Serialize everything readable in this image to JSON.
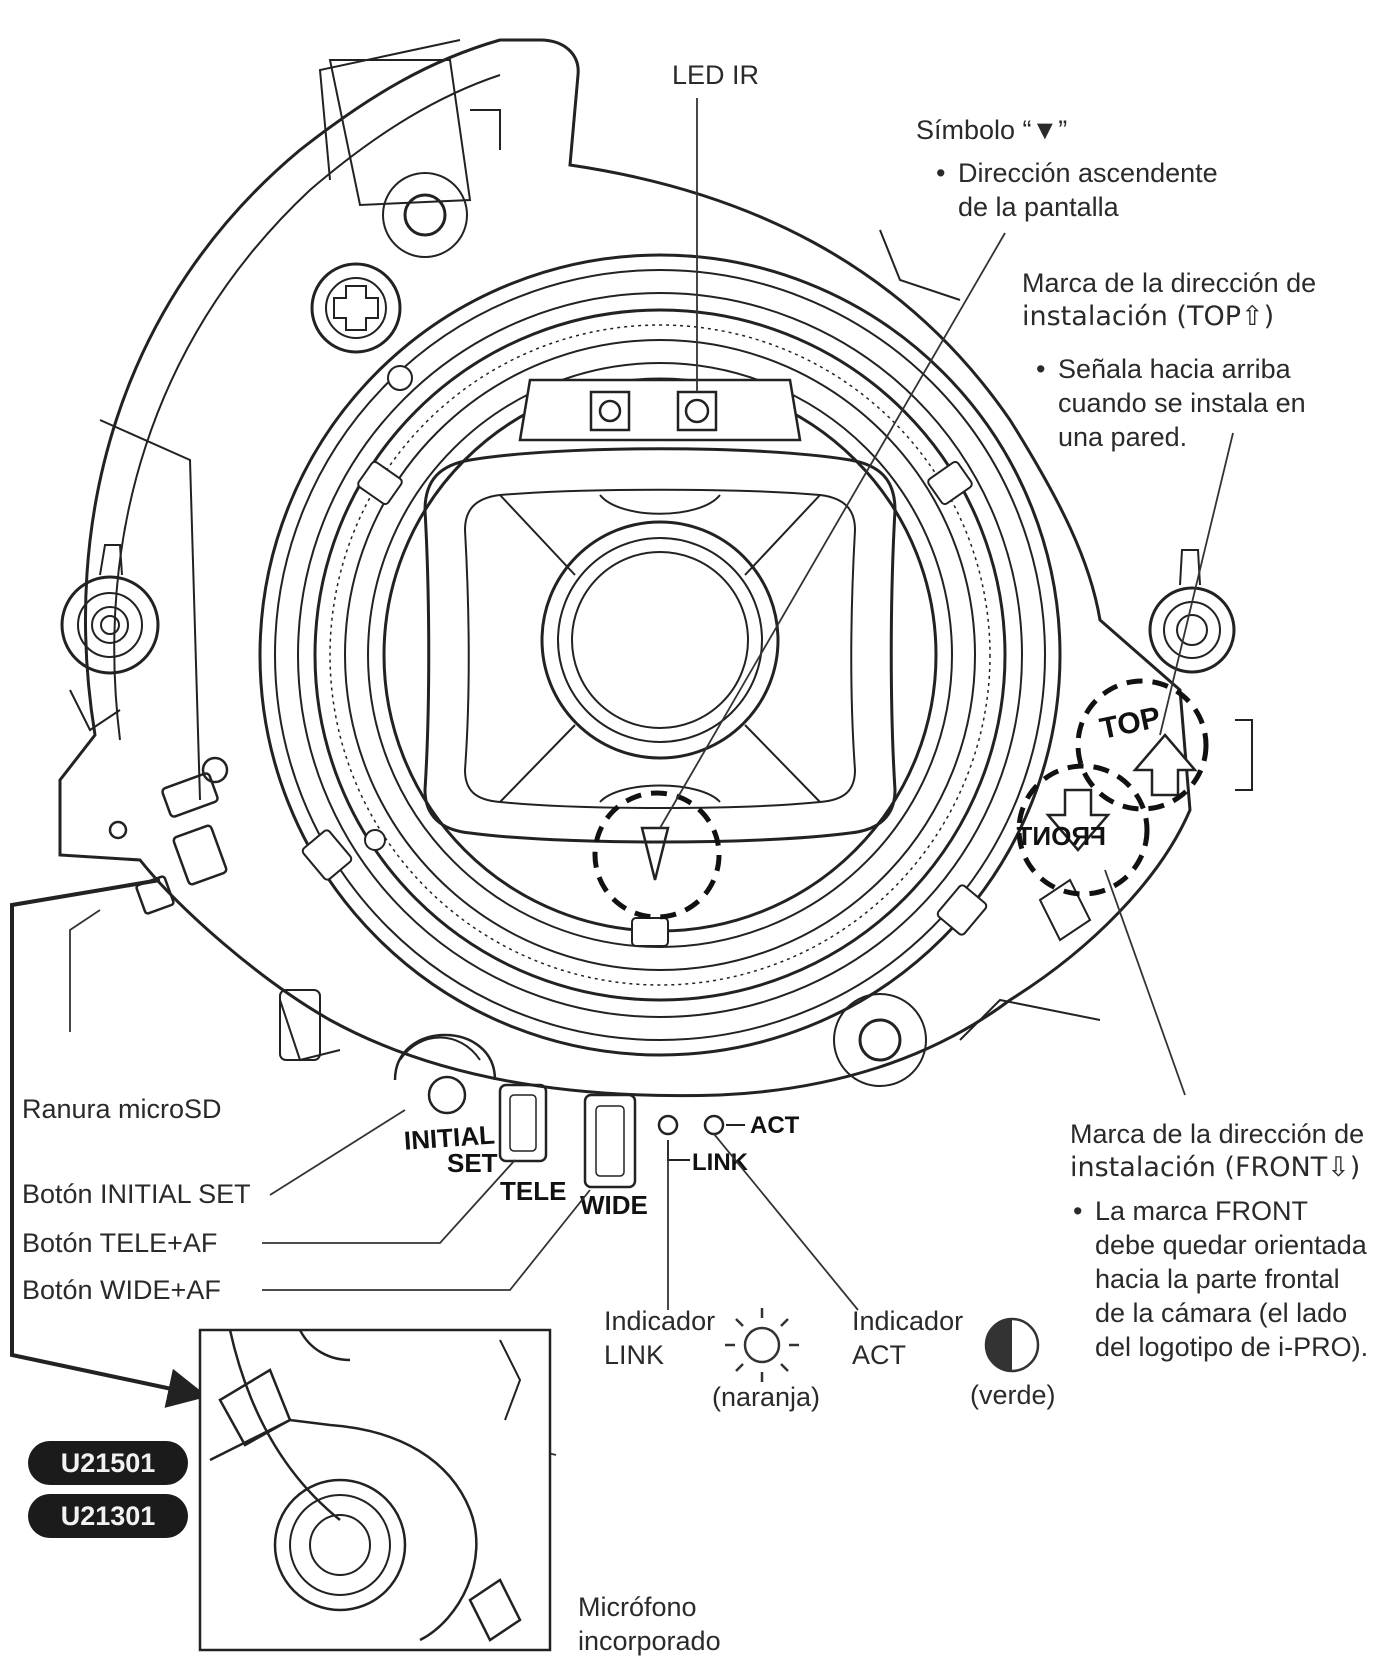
{
  "labels": {
    "led_ir": "LED IR",
    "simbolo": "Símbolo “▼”",
    "simbolo_bullet": [
      "Dirección ascendente",
      "de la pantalla"
    ],
    "marca_top": [
      "Marca de la dirección de",
      "instalación (TOP⇧)"
    ],
    "marca_top_bullet": [
      "Señala hacia arriba",
      "cuando se instala en",
      "una pared."
    ],
    "ranura": "Ranura microSD",
    "boton_initial": "Botón INITIAL SET",
    "boton_tele": "Botón TELE+AF",
    "boton_wide": "Botón WIDE+AF",
    "marca_front": [
      "Marca de la dirección de",
      "instalación (FRONT⇩)"
    ],
    "marca_front_bullet": [
      "La marca FRONT",
      "debe quedar orientada",
      "hacia la parte frontal",
      "de la cámara (el lado",
      "del logotipo de i-PRO)."
    ],
    "indicador_link": [
      "Indicador",
      "LINK"
    ],
    "naranja": "(naranja)",
    "indicador_act": [
      "Indicador",
      "ACT"
    ],
    "verde": "(verde)",
    "microfono": [
      "Micrófono",
      "incorporado"
    ]
  },
  "printed": {
    "top": "TOP",
    "front": "FRONT",
    "initial": "INITIAL",
    "set": "SET",
    "tele": "TELE",
    "wide": "WIDE",
    "link": "LINK",
    "act": "ACT"
  },
  "models": [
    "U21501",
    "U21301"
  ],
  "icons": [
    "sun-icon",
    "half-circle-icon",
    "screw-icon",
    "top-arrow-icon",
    "front-arrow-icon",
    "triangle-down-icon"
  ]
}
